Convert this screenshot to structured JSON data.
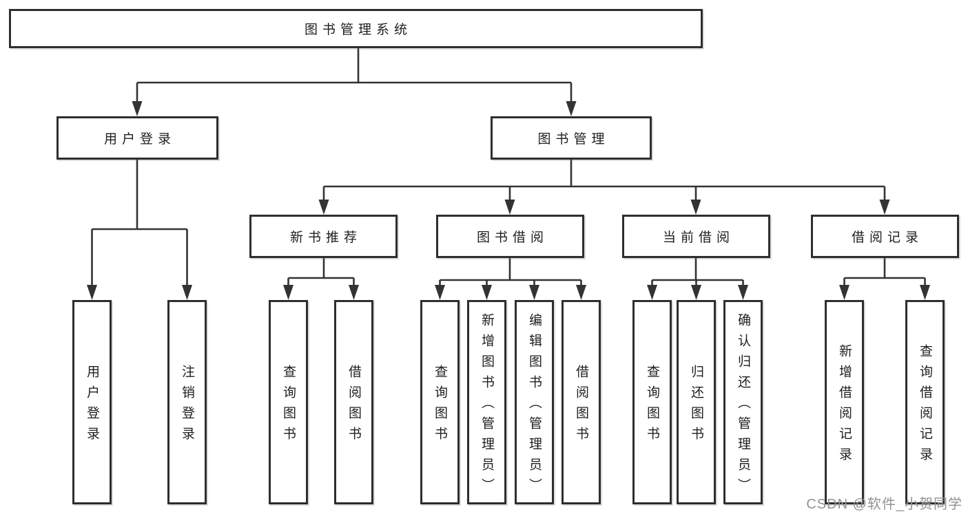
{
  "tree": {
    "label": "图书管理系统",
    "children": [
      {
        "label": "用户登录",
        "children": [
          {
            "label": "用户登录"
          },
          {
            "label": "注销登录"
          }
        ]
      },
      {
        "label": "图书管理",
        "children": [
          {
            "label": "新书推荐",
            "children": [
              {
                "label": "查询图书"
              },
              {
                "label": "借阅图书"
              }
            ]
          },
          {
            "label": "图书借阅",
            "children": [
              {
                "label": "查询图书"
              },
              {
                "label": "新增图书（管理员）"
              },
              {
                "label": "编辑图书（管理员）"
              },
              {
                "label": "借阅图书"
              }
            ]
          },
          {
            "label": "当前借阅",
            "children": [
              {
                "label": "查询图书"
              },
              {
                "label": "归还图书"
              },
              {
                "label": "确认归还（管理员）"
              }
            ]
          },
          {
            "label": "借阅记录",
            "children": [
              {
                "label": "新增借阅记录"
              },
              {
                "label": "查询借阅记录"
              }
            ]
          }
        ]
      }
    ]
  },
  "watermark": {
    "text": "CSDN @软件_小贺同学"
  },
  "colors": {
    "background": "#ffffff",
    "line": "#333333",
    "box_border": "#2e2e2e",
    "text": "#1e1e1e",
    "watermark": "#929292"
  }
}
